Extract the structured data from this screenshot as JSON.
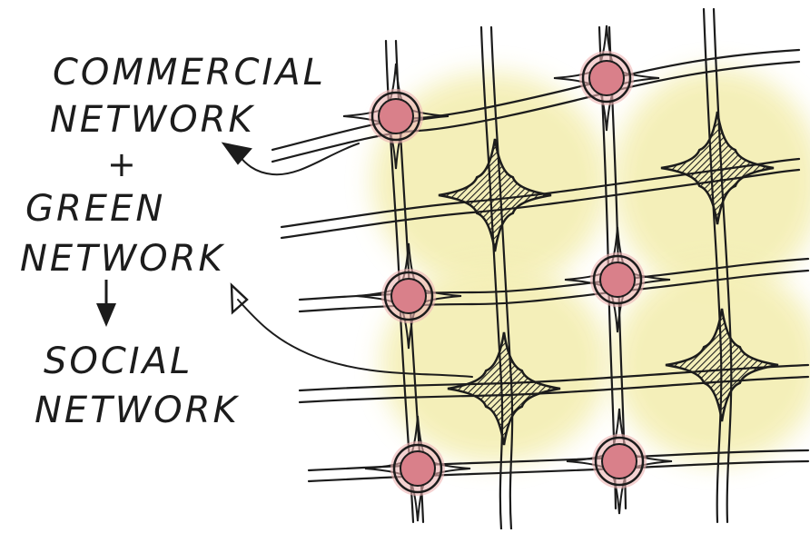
{
  "labels": {
    "line1": "COMMERCIAL",
    "line2": "NETWORK",
    "plus": "+",
    "line3": "GREEN",
    "line4": "NETWORK",
    "line5": "SOCIAL",
    "line6": "NETWORK"
  },
  "colors": {
    "ink": "#1c1c1c",
    "green_area": "#f4efb6",
    "commercial_node": "#d9808a",
    "commercial_glow": "#ecb3b3"
  },
  "commercial_nodes": [
    {
      "col": 0,
      "row": 0
    },
    {
      "col": 1,
      "row": 0
    },
    {
      "col": 0,
      "row": 1
    },
    {
      "col": 1,
      "row": 1
    },
    {
      "col": 0,
      "row": 2
    },
    {
      "col": 1,
      "row": 2
    }
  ],
  "green_nodes": [
    {
      "col": 0,
      "row": 0
    },
    {
      "col": 1,
      "row": 0
    },
    {
      "col": 0,
      "row": 1
    },
    {
      "col": 1,
      "row": 1
    }
  ]
}
